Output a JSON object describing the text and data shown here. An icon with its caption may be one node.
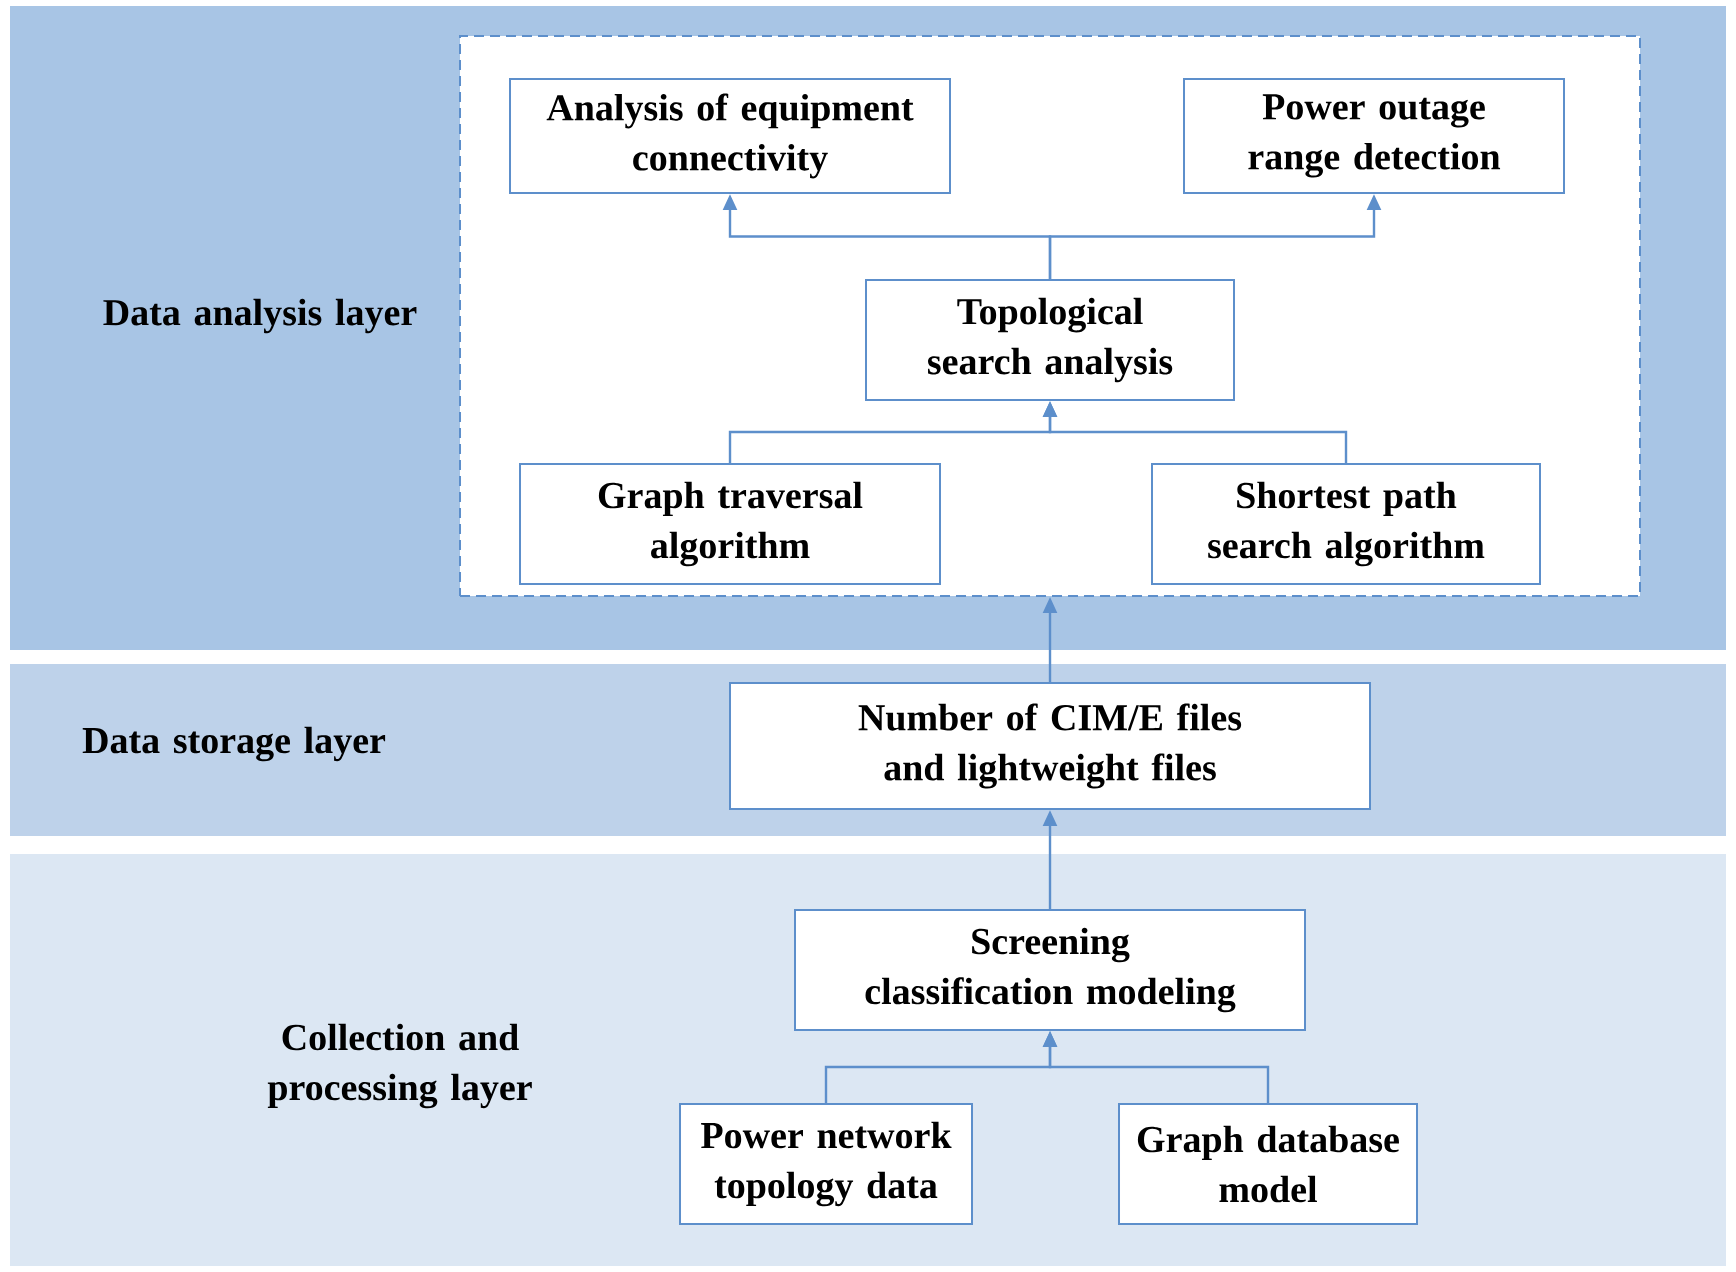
{
  "diagram": {
    "nodes": [
      {
        "text": [
          "Data analysis layer"
        ]
      },
      {
        "text": [],
        "shape": "box",
        "in": 0
      },
      {
        "text": [
          "Analysis of equipment connectivity"
        ],
        "in": 1
      },
      {
        "text": [
          "Power outage range detection"
        ],
        "in": 1
      },
      {
        "text": [
          "Topological search analysis"
        ],
        "in": 1
      },
      {
        "text": [
          "Graph traversal algorithm"
        ],
        "in": 1
      },
      {
        "text": [
          "Shortest path search algorithm"
        ],
        "in": 1
      },
      {
        "text": [
          "Data storage layer"
        ]
      },
      {
        "text": [
          "Number of CIM/E files and lightweight files"
        ],
        "in": 7
      },
      {
        "text": [
          "Collection and processing layer"
        ]
      },
      {
        "text": [
          "Screening classification modeling"
        ],
        "in": 9
      },
      {
        "text": [
          "Power network topology data"
        ],
        "in": 9
      },
      {
        "text": [
          "Graph database model"
        ],
        "in": 9
      }
    ],
    "edges": [
      {
        "from": 4,
        "to": 2,
        "arrow": "to"
      },
      {
        "from": 4,
        "to": 3,
        "arrow": "to"
      },
      {
        "from": 5,
        "to": 4,
        "arrow": "to"
      },
      {
        "from": 6,
        "to": 4,
        "arrow": "to"
      },
      {
        "from": 8,
        "to": 1,
        "arrow": "to"
      },
      {
        "from": 10,
        "to": 8,
        "arrow": "to"
      },
      {
        "from": 11,
        "to": 10,
        "arrow": "to"
      },
      {
        "from": 12,
        "to": 10,
        "arrow": "to"
      }
    ]
  }
}
